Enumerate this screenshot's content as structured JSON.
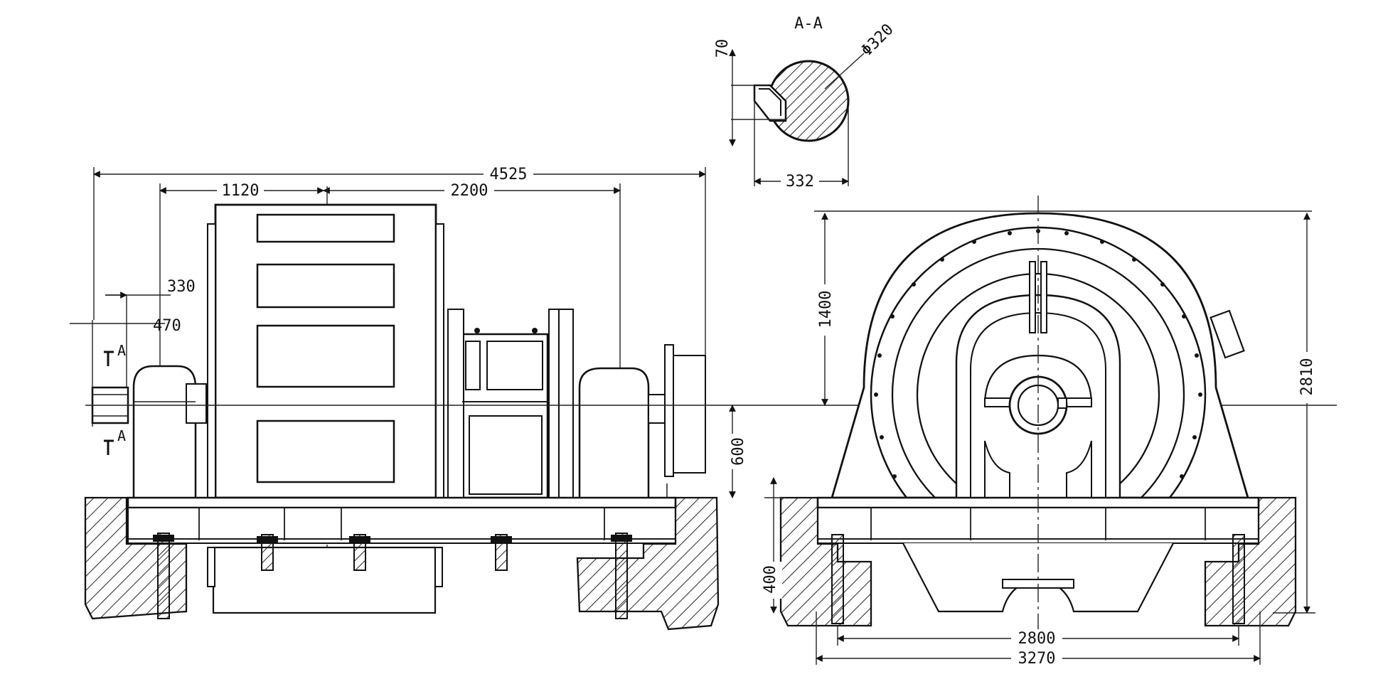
{
  "section_label": "A-A",
  "section": {
    "dia": "Φ320",
    "key_depth": "70",
    "width": "332"
  },
  "front_view": {
    "overall": "4525",
    "left_span": "1120",
    "right_span": "2200",
    "shaft_a": "330",
    "shaft_b": "470",
    "cut_mark_top": "A",
    "cut_mark_bottom": "A",
    "center_height": "600"
  },
  "side_view": {
    "upper_height": "1400",
    "total_height": "2810",
    "base_depth": "400",
    "inner_width": "2800",
    "outer_width": "3270"
  },
  "colors": {
    "line": "#1a1a1a",
    "background": "#ffffff"
  }
}
